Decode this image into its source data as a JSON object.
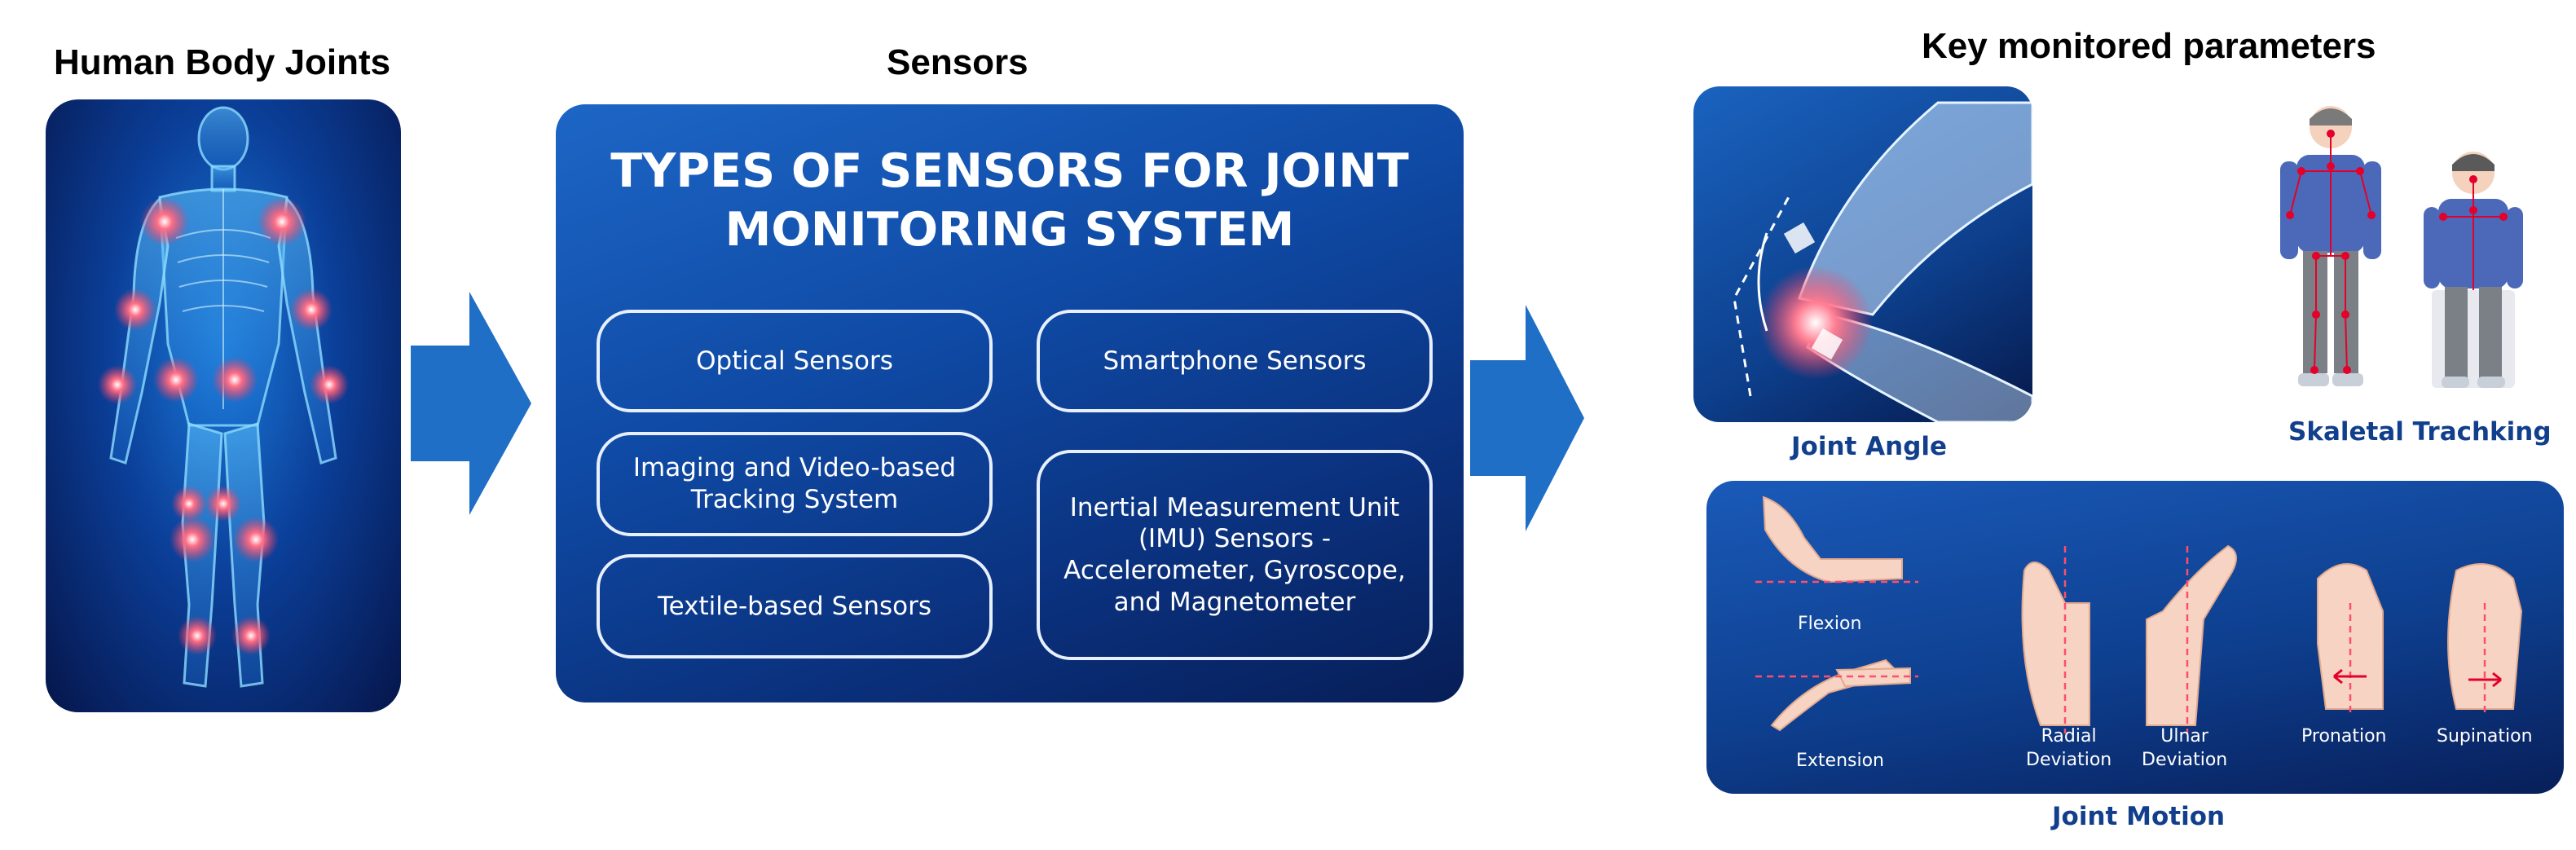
{
  "sections": {
    "joints_title": "Human Body Joints",
    "sensors_title": "Sensors",
    "parameters_title": "Key monitored parameters"
  },
  "sensors_panel": {
    "heading_line1": "TYPES OF SENSORS FOR JOINT",
    "heading_line2": "MONITORING SYSTEM",
    "items": [
      "Optical Sensors",
      "Smartphone Sensors",
      "Imaging and Video-based Tracking System",
      "Inertial Measurement Unit (IMU) Sensors - Accelerometer, Gyroscope, and Magnetometer",
      "Textile-based Sensors"
    ]
  },
  "parameters": {
    "joint_angle": "Joint Angle",
    "skeletal_tracking": "Skaletal Trachking",
    "joint_motion": "Joint Motion",
    "motions": {
      "flexion": "Flexion",
      "extension": "Extension",
      "radial_line1": "Radial",
      "radial_line2": "Deviation",
      "ulnar_line1": "Ulnar",
      "ulnar_line2": "Deviation",
      "pronation": "Pronation",
      "supination": "Supination"
    }
  },
  "colors": {
    "arrow": "#1f6fc6",
    "panel_dark": "#071c4d",
    "panel_light": "#1b63c2",
    "caption": "#123f8c",
    "joint_glow": "#ff3355"
  },
  "icons": [
    "human-body-figure",
    "arrow-right-icon",
    "knee-joint-illustration",
    "standing-person-icon",
    "seated-person-icon",
    "hand-gesture-icon"
  ]
}
